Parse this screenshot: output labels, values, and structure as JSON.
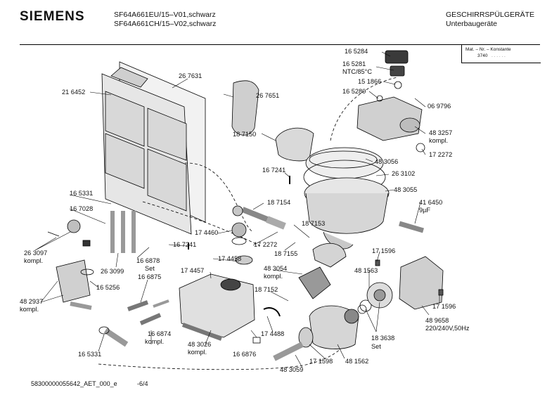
{
  "header": {
    "brand": "SIEMENS",
    "model_line_1": "SF64A661EU/15–V01,schwarz",
    "model_line_2": "SF64A661CH/15–V02,schwarz",
    "category": "GESCHIRRSPÜLGERÄTE",
    "subcategory": "Unterbaugeräte"
  },
  "material_box": {
    "title": "Mat. – Nr. – Konstante",
    "value": "3740"
  },
  "part_labels": [
    {
      "id": "p1",
      "text": "26 7631"
    },
    {
      "id": "p2",
      "text": "21 6452"
    },
    {
      "id": "p3",
      "text": "26 7651"
    },
    {
      "id": "p4",
      "text": "18 7150"
    },
    {
      "id": "p5",
      "text": "16 7241"
    },
    {
      "id": "p6",
      "text": "16 5331"
    },
    {
      "id": "p7",
      "text": "16 7028"
    },
    {
      "id": "p8",
      "text": "26 3097"
    },
    {
      "id": "p9",
      "text": "kompl."
    },
    {
      "id": "p10",
      "text": "26 3099"
    },
    {
      "id": "p11",
      "text": "16 5256"
    },
    {
      "id": "p12",
      "text": "48 2937"
    },
    {
      "id": "p13",
      "text": "kompl."
    },
    {
      "id": "p14",
      "text": "16 5331"
    },
    {
      "id": "p15",
      "text": "16 6878"
    },
    {
      "id": "p16",
      "text": "Set"
    },
    {
      "id": "p17",
      "text": "16 6875"
    },
    {
      "id": "p18",
      "text": "16 6874"
    },
    {
      "id": "p19",
      "text": "kompl."
    },
    {
      "id": "p20",
      "text": "17 4460"
    },
    {
      "id": "p21",
      "text": "16 7241"
    },
    {
      "id": "p22",
      "text": "17 4458"
    },
    {
      "id": "p23",
      "text": "17 4457"
    },
    {
      "id": "p24",
      "text": "48 3026"
    },
    {
      "id": "p25",
      "text": "kompl."
    },
    {
      "id": "p26",
      "text": "16 6876"
    },
    {
      "id": "p27",
      "text": "48 3059"
    },
    {
      "id": "p28",
      "text": "18 7154"
    },
    {
      "id": "p29",
      "text": "17 2272"
    },
    {
      "id": "p30",
      "text": "18 7153"
    },
    {
      "id": "p31",
      "text": "18 7155"
    },
    {
      "id": "p32",
      "text": "48 3054"
    },
    {
      "id": "p33",
      "text": "kompl."
    },
    {
      "id": "p34",
      "text": "18 7152"
    },
    {
      "id": "p35",
      "text": "17 4488"
    },
    {
      "id": "p36",
      "text": "17 1598"
    },
    {
      "id": "p37",
      "text": "48 1562"
    },
    {
      "id": "p38",
      "text": "16 5284"
    },
    {
      "id": "p39",
      "text": "16 5281"
    },
    {
      "id": "p40",
      "text": "NTC/85°C"
    },
    {
      "id": "p41",
      "text": "15 1866"
    },
    {
      "id": "p42",
      "text": "16 5280"
    },
    {
      "id": "p43",
      "text": "06 9796"
    },
    {
      "id": "p44",
      "text": "48 3257"
    },
    {
      "id": "p45",
      "text": "kompl."
    },
    {
      "id": "p46",
      "text": "17 2272"
    },
    {
      "id": "p47",
      "text": "48 3056"
    },
    {
      "id": "p48",
      "text": "26 3102"
    },
    {
      "id": "p49",
      "text": "48 3055"
    },
    {
      "id": "p50",
      "text": "41 6450"
    },
    {
      "id": "p51",
      "text": "9µF"
    },
    {
      "id": "p52",
      "text": "17 1596"
    },
    {
      "id": "p53",
      "text": "48 1563"
    },
    {
      "id": "p54",
      "text": "17 1596"
    },
    {
      "id": "p55",
      "text": "18 3638"
    },
    {
      "id": "p56",
      "text": "Set"
    },
    {
      "id": "p57",
      "text": "48 9658"
    },
    {
      "id": "p58",
      "text": "220/240V,50Hz"
    }
  ],
  "footer": {
    "doc_number": "58300000055642_AET_000_e",
    "page": "-6/4"
  }
}
